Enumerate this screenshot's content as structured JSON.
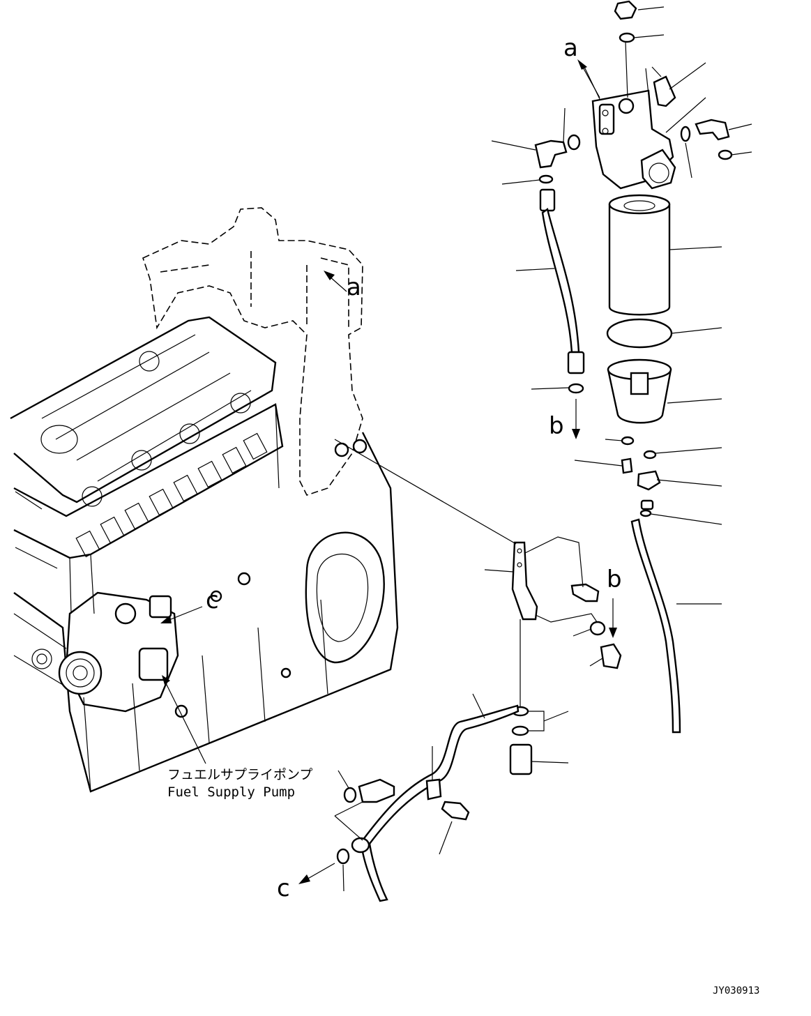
{
  "diagram": {
    "callouts": {
      "a_top": "a",
      "a_engine": "a",
      "b_left": "b",
      "b_right": "b",
      "c_pump": "c",
      "c_bottom": "c"
    },
    "pump_label_jp": "フュエルサプライポンプ",
    "pump_label_en": "Fuel Supply Pump",
    "drawing_number": "JY030913"
  }
}
